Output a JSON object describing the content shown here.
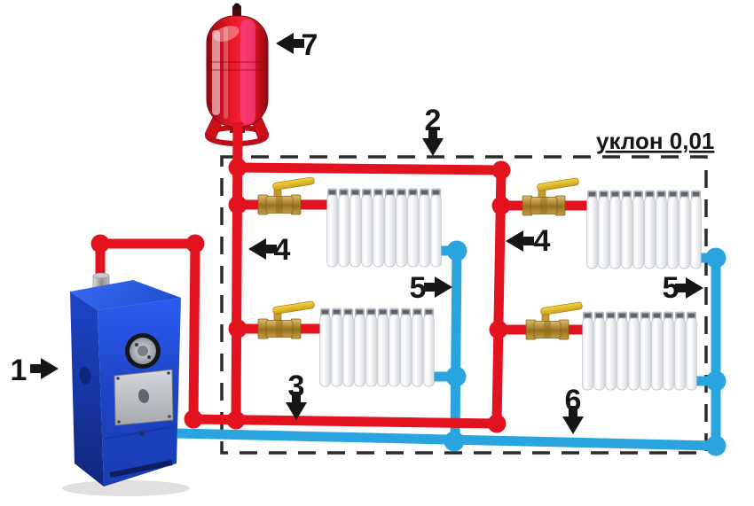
{
  "diagram": {
    "slope_label": "уклон 0,01",
    "callouts": [
      {
        "number": "1",
        "target": "boiler",
        "direction": "right"
      },
      {
        "number": "2",
        "target": "upper-supply-main",
        "direction": "down"
      },
      {
        "number": "3",
        "target": "lower-supply-main",
        "direction": "down"
      },
      {
        "number": "4",
        "target": "left-supply-riser",
        "direction": "left"
      },
      {
        "number": "4",
        "target": "right-supply-riser",
        "direction": "left"
      },
      {
        "number": "5",
        "target": "left-return-riser",
        "direction": "right"
      },
      {
        "number": "5",
        "target": "right-return-riser",
        "direction": "right"
      },
      {
        "number": "6",
        "target": "return-main",
        "direction": "down"
      },
      {
        "number": "7",
        "target": "expansion-tank",
        "direction": "left"
      }
    ],
    "colors": {
      "supply_pipe": "#e2131f",
      "return_pipe": "#29a4df",
      "boiler_body": "#2150dd",
      "tank_body": "#e8162a",
      "valve_body": "#b08a30",
      "valve_lever": "#ecc52f",
      "border": "#2b2b2b",
      "label_text": "#161616"
    }
  }
}
